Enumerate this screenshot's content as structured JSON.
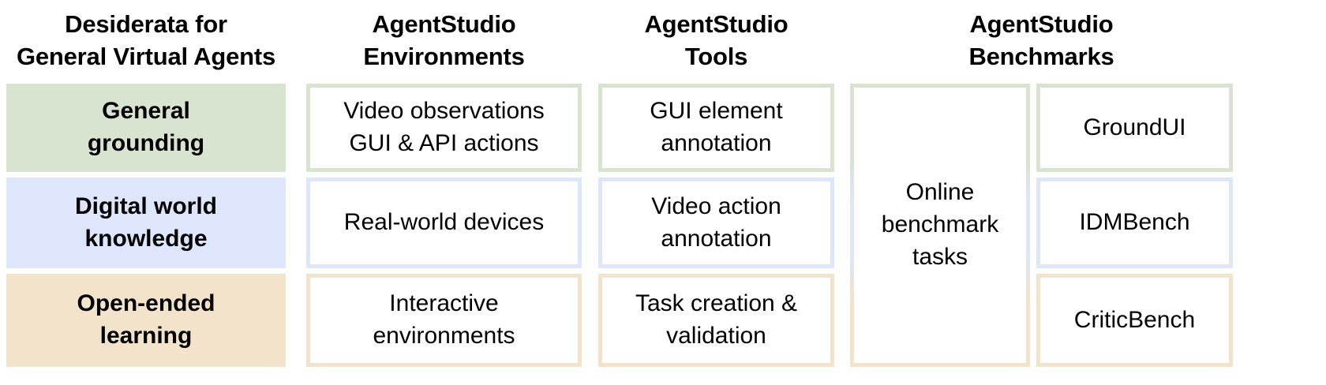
{
  "figure": {
    "title": "AgentStudio desiderata / environments / tools / benchmarks matrix",
    "background": "#ffffff"
  },
  "palette": {
    "green": "#d9e4d0",
    "blue": "#dde6fa",
    "orange": "#f2e3ca",
    "text": "#000000",
    "cell_fill": "#ffffff"
  },
  "columns": [
    {
      "key": "desiderata",
      "header_line1": "Desiderata for",
      "header_line2": "General Virtual Agents"
    },
    {
      "key": "environments",
      "header_line1": "AgentStudio",
      "header_line2": "Environments"
    },
    {
      "key": "tools",
      "header_line1": "AgentStudio",
      "header_line2": "Tools"
    },
    {
      "key": "benchmarks",
      "header_line1": "AgentStudio",
      "header_line2": "Benchmarks"
    }
  ],
  "rows": [
    {
      "accent": "green",
      "desiderata": {
        "line1": "General",
        "line2": "grounding"
      },
      "environments": {
        "line1": "Video observations",
        "line2": "GUI & API actions"
      },
      "tools": {
        "line1": "GUI element",
        "line2": "annotation"
      },
      "benchmark": {
        "line1": "GroundUI",
        "line2": ""
      }
    },
    {
      "accent": "blue",
      "desiderata": {
        "line1": "Digital world",
        "line2": "knowledge"
      },
      "environments": {
        "line1": "Real-world devices",
        "line2": ""
      },
      "tools": {
        "line1": "Video action",
        "line2": "annotation"
      },
      "benchmark": {
        "line1": "IDMBench",
        "line2": ""
      }
    },
    {
      "accent": "orange",
      "desiderata": {
        "line1": "Open-ended",
        "line2": "learning"
      },
      "environments": {
        "line1": "Interactive",
        "line2": "environments"
      },
      "tools": {
        "line1": "Task creation &",
        "line2": "validation"
      },
      "benchmark": {
        "line1": "CriticBench",
        "line2": ""
      }
    }
  ],
  "spanning_cell": {
    "key": "online-benchmark-tasks",
    "line1": "Online",
    "line2": "benchmark",
    "line3": "tasks",
    "spans_rows": 3
  }
}
